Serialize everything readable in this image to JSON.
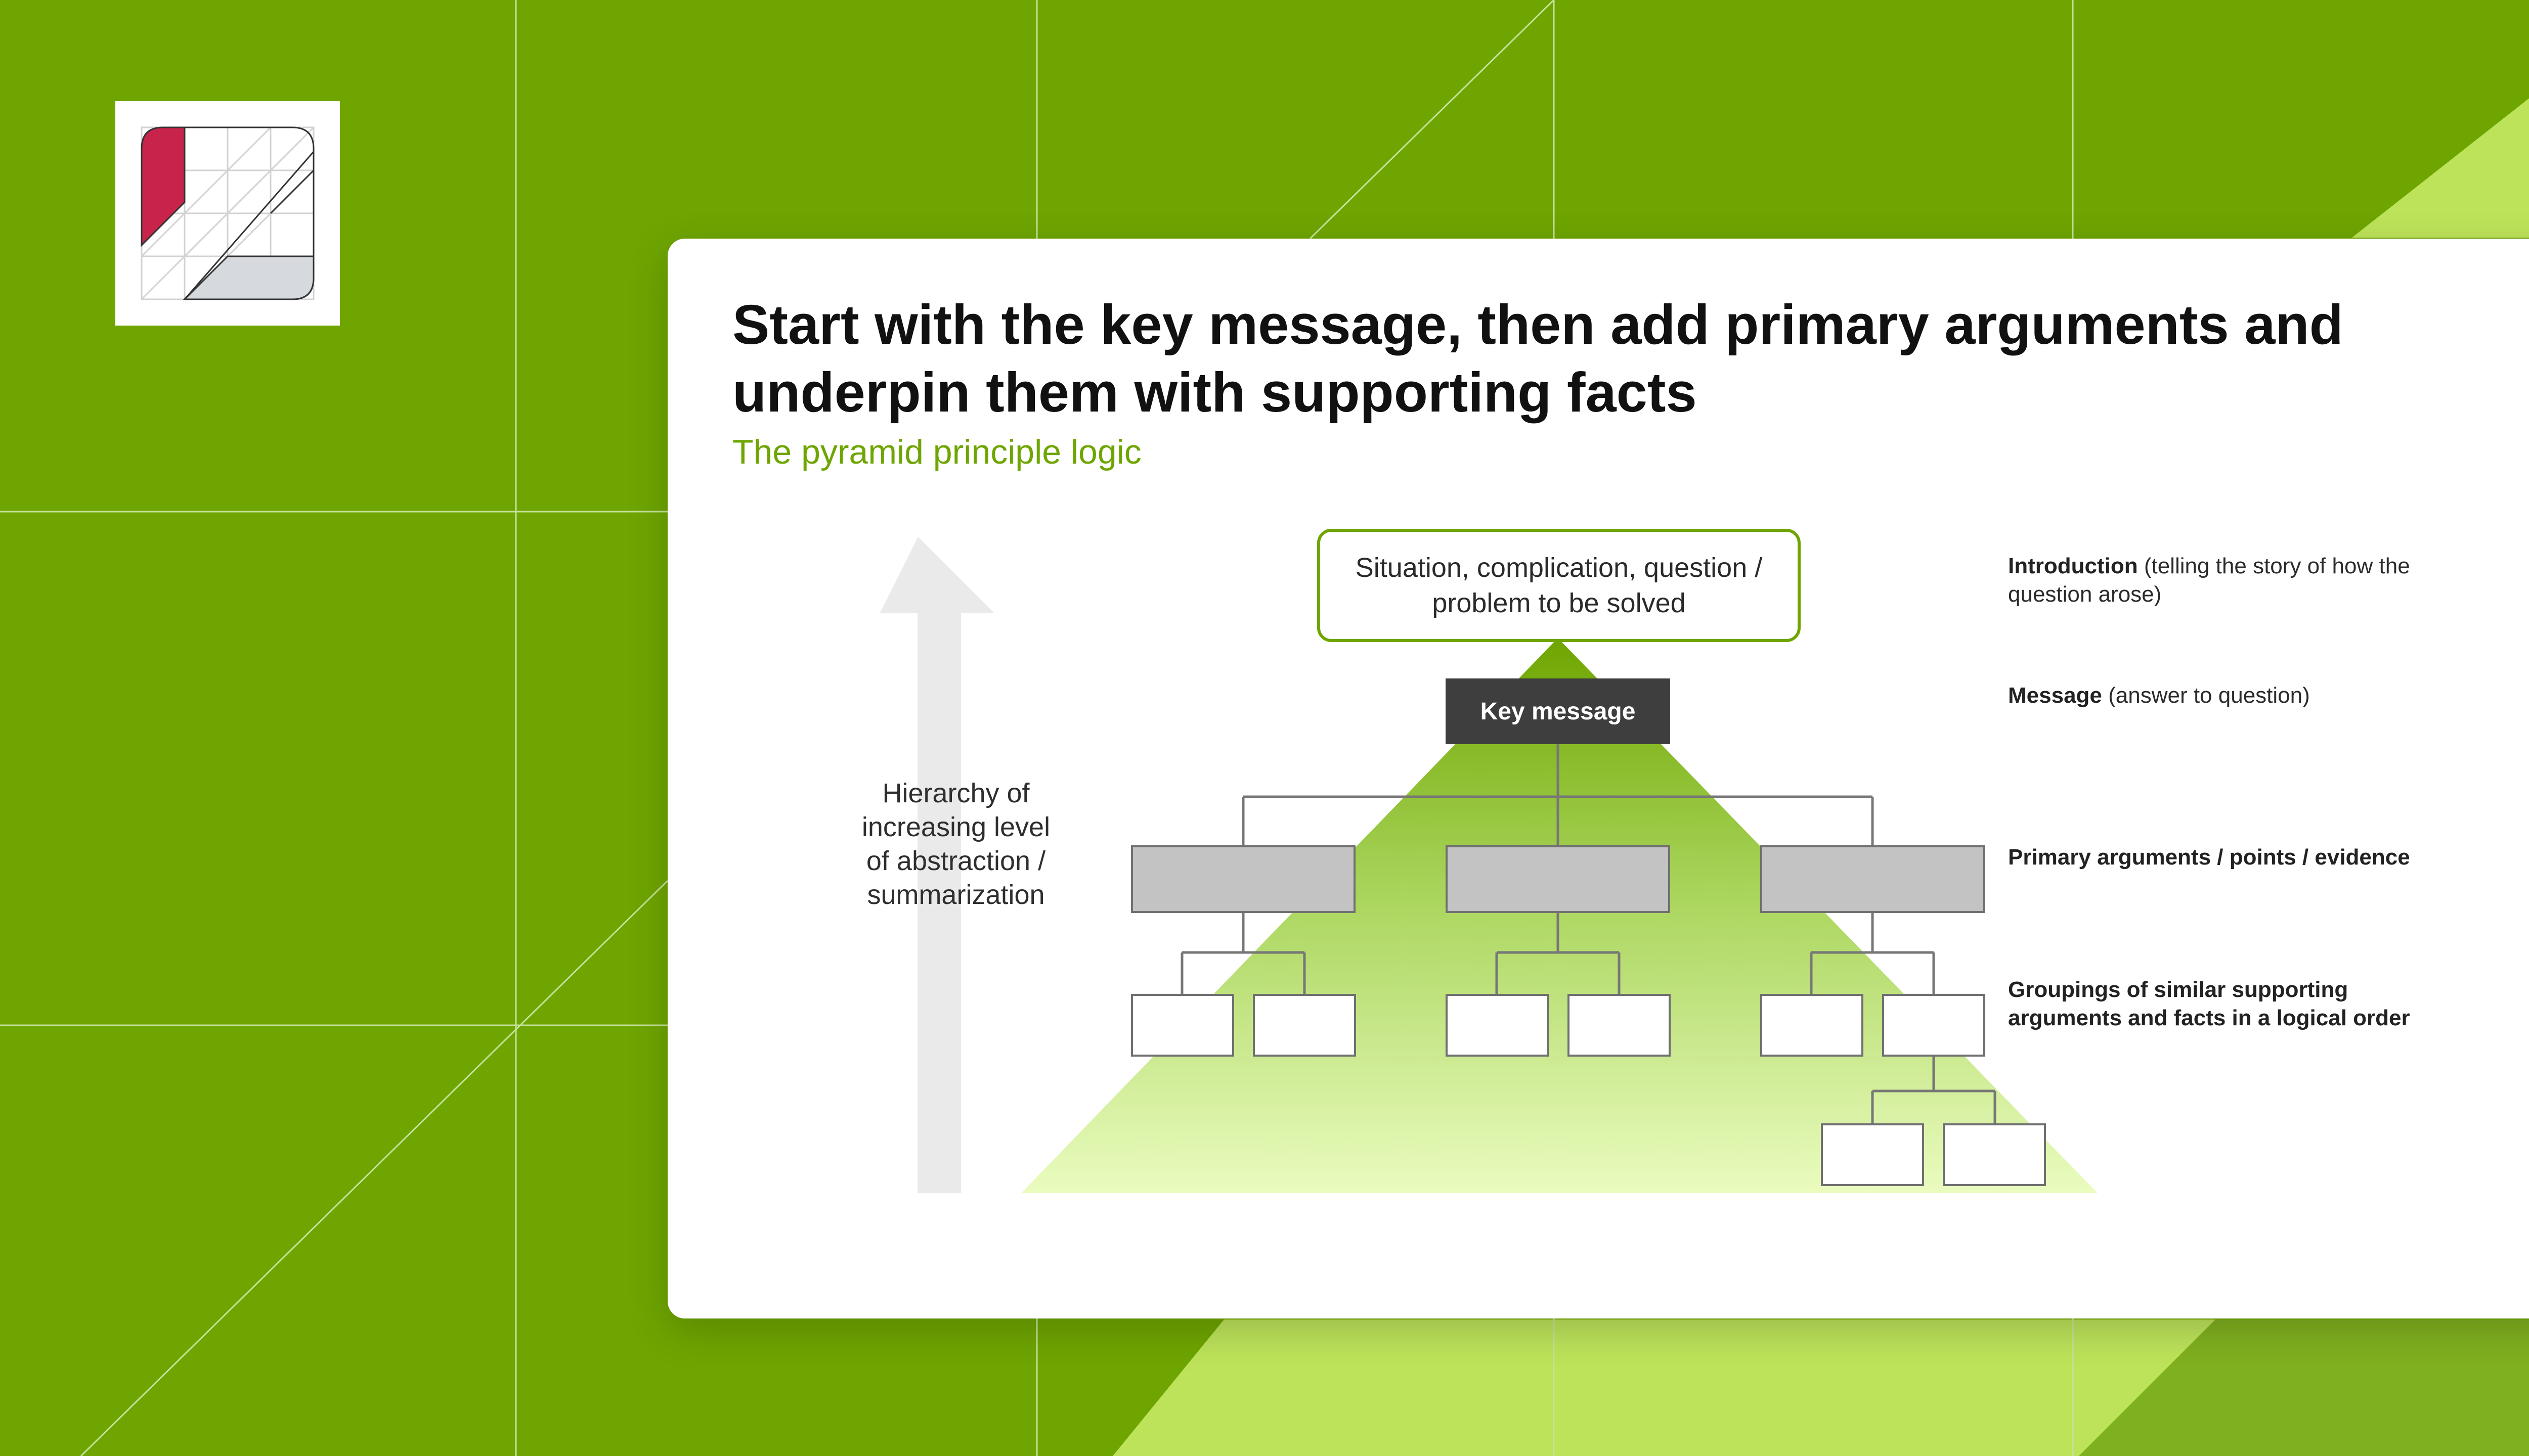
{
  "slide": {
    "title": "Start with the key message, then add primary arguments and underpin them with supporting facts",
    "subtitle": "The pyramid principle logic"
  },
  "diagram": {
    "situation_box": "Situation, complication, question / problem to be solved",
    "key_message": "Key message",
    "hierarchy_label": "Hierarchy of increasing level of abstraction / summarization",
    "descriptions": {
      "introduction_bold": "Introduction",
      "introduction_rest": " (telling the story of how the question arose)",
      "message_bold": "Message",
      "message_rest": " (answer to question)",
      "primary": "Primary arguments / points / evidence",
      "groupings": "Groupings of similar supporting arguments and facts in a logical order"
    }
  },
  "colors": {
    "background": "#6ea500",
    "background_light": "#bde35a",
    "accent": "#6ea500",
    "key_box": "#3e3e3e",
    "argument_box": "#c3c3c3",
    "logo_red": "#c8234a"
  },
  "icons": {
    "logo": "grid-logo-icon",
    "arrow": "up-arrow-icon"
  }
}
